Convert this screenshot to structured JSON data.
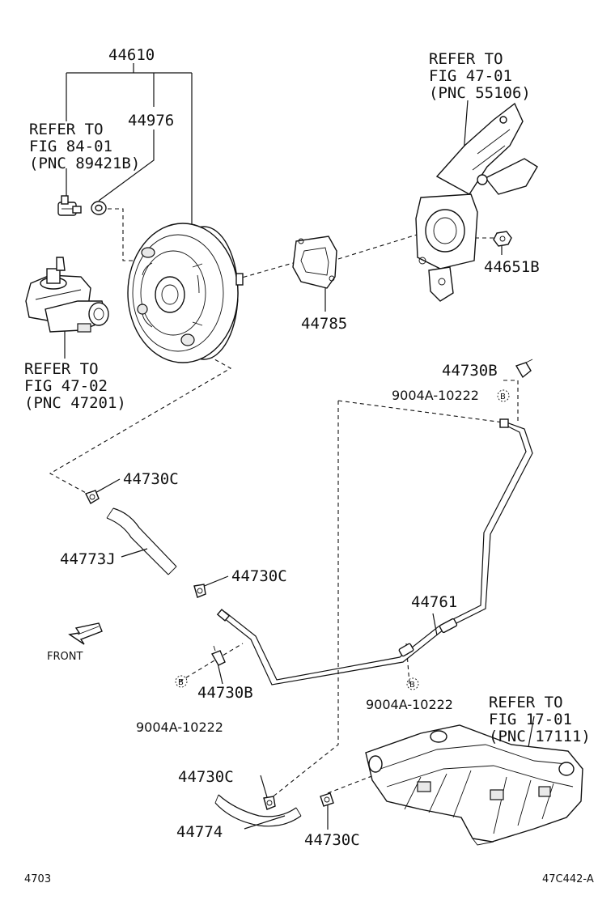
{
  "labels": {
    "p44610": "44610",
    "p44976": "44976",
    "ref_fig84_l1": "REFER TO",
    "ref_fig84_l2": "FIG 84-01",
    "ref_fig84_l3": "(PNC 89421B)",
    "ref_fig4701_l1": "REFER TO",
    "ref_fig4701_l2": "FIG 47-01",
    "ref_fig4701_l3": "(PNC 55106)",
    "p44651b": "44651B",
    "p44785": "44785",
    "ref_fig4702_l1": "REFER TO",
    "ref_fig4702_l2": "FIG 47-02",
    "ref_fig4702_l3": "(PNC 47201)",
    "p44730b_top": "44730B",
    "p9004a_top": "9004A-10222",
    "p44730c_1": "44730C",
    "p44773j": "44773J",
    "p44730c_2": "44730C",
    "p44761": "44761",
    "front": "FRONT",
    "p44730b_bot": "44730B",
    "p9004a_left": "9004A-10222",
    "p9004a_right": "9004A-10222",
    "ref_fig1701_l1": "REFER TO",
    "ref_fig1701_l2": "FIG 17-01",
    "ref_fig1701_l3": "(PNC 17111)",
    "p44730c_3": "44730C",
    "p44774": "44774",
    "p44730c_4": "44730C",
    "b_marker": "B",
    "page_no": "4703",
    "fig_code": "47C442-A"
  }
}
